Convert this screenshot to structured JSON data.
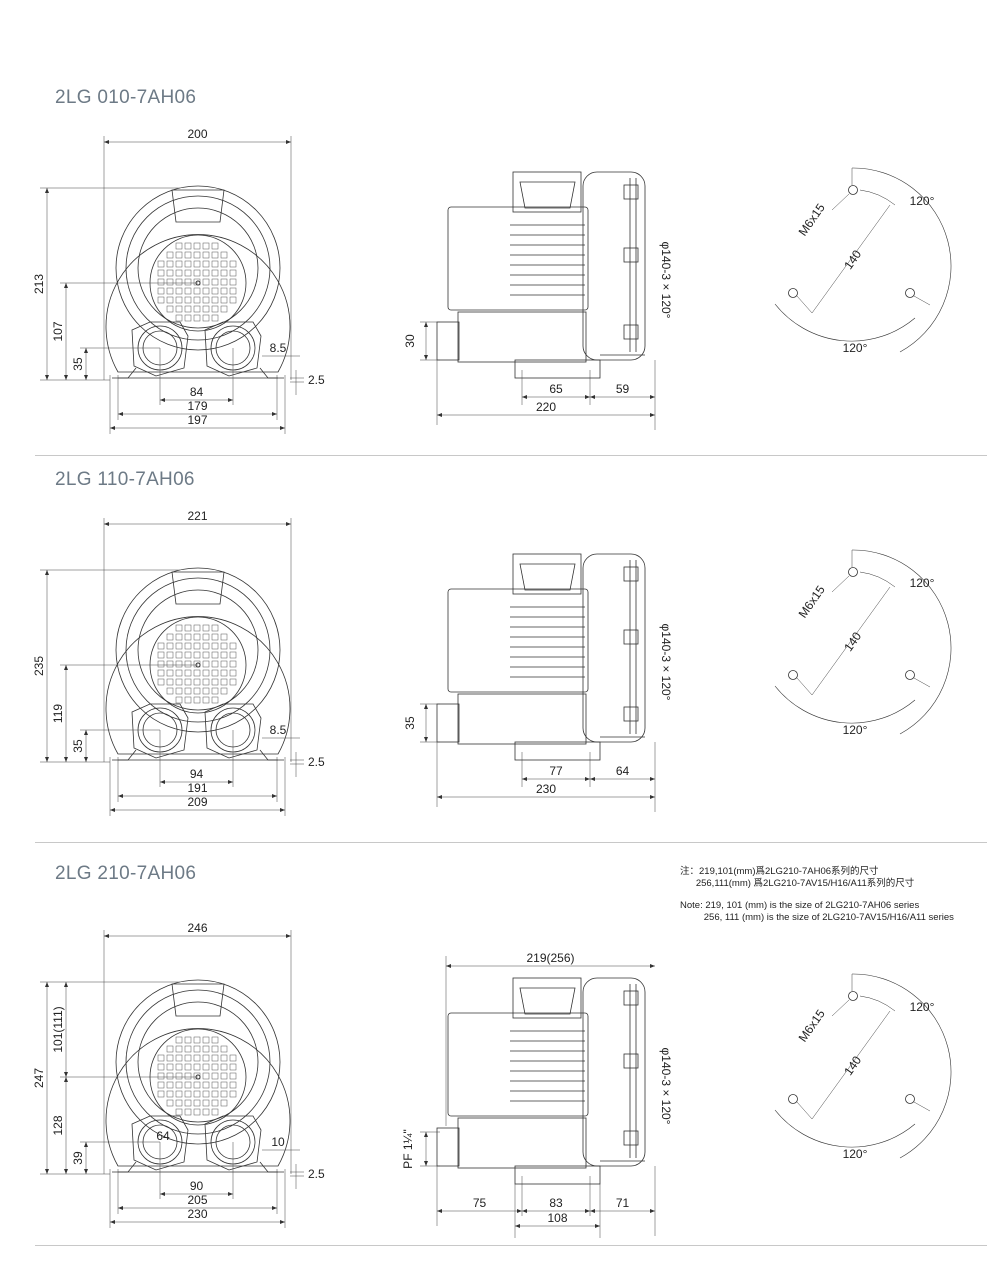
{
  "sections": [
    {
      "title": "2LG 010-7AH06",
      "front": {
        "width": "200",
        "height": "213",
        "center": "107",
        "inlet_height": "35",
        "inlet_spacing": "84",
        "mount_inner": "179",
        "mount_outer": "197",
        "slot": "8.5",
        "thickness": "2.5"
      },
      "side": {
        "inlet": "30",
        "a": "65",
        "b": "59",
        "total": "220",
        "flange": "φ140-3 × 120°"
      },
      "flange": {
        "bolt": "M6x15",
        "pcd": "140",
        "angle1": "120°",
        "angle2": "120°"
      }
    },
    {
      "title": "2LG 110-7AH06",
      "front": {
        "width": "221",
        "height": "235",
        "center": "119",
        "inlet_height": "35",
        "inlet_spacing": "94",
        "mount_inner": "191",
        "mount_outer": "209",
        "slot": "8.5",
        "thickness": "2.5"
      },
      "side": {
        "inlet": "35",
        "a": "77",
        "b": "64",
        "total": "230",
        "flange": "φ140-3 × 120°"
      },
      "flange": {
        "bolt": "M6x15",
        "pcd": "140",
        "angle1": "120°",
        "angle2": "120°"
      }
    },
    {
      "title": "2LG 210-7AH06",
      "front": {
        "width": "246",
        "height": "247",
        "upper": "101(111)",
        "center": "128",
        "inlet_height": "39",
        "inlet_dia": "64",
        "inlet_spacing": "90",
        "mount_inner": "205",
        "mount_outer": "230",
        "slot": "10",
        "thickness": "2.5"
      },
      "side": {
        "top": "219(256)",
        "inlet": "PF 1¼\"",
        "left": "75",
        "a": "83",
        "b": "71",
        "base": "108",
        "flange": "φ140-3 × 120°"
      },
      "flange": {
        "bolt": "M6x15",
        "pcd": "140",
        "angle1": "120°",
        "angle2": "120°"
      }
    }
  ],
  "note": {
    "zh_1": "注：219,101(mm)爲2LG210-7AH06系列的尺寸",
    "zh_2": "      256,111(mm) 爲2LG210-7AV15/H16/A11系列的尺寸",
    "en_1": "Note: 219, 101 (mm) is the size of 2LG210-7AH06 series",
    "en_2": "         256, 111 (mm) is the size of 2LG210-7AV15/H16/A11 series"
  }
}
